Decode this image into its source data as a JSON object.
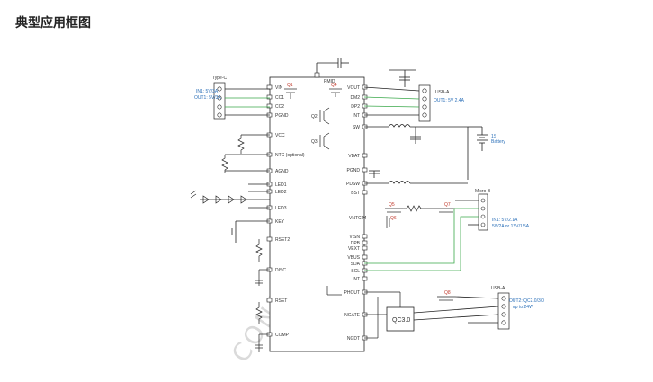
{
  "title": "典型应用框图",
  "watermark": "CONFIDENTIAL",
  "ic": {
    "top_pin": "PMID",
    "left_pins": [
      "VIN",
      "CC1",
      "CC2",
      "PGND",
      "VCC",
      "NTC (optional)",
      "AGND",
      "LED1",
      "LED2",
      "LED3",
      "KEY",
      "RSET2",
      "DISC",
      "RSET",
      "COMP"
    ],
    "right_pins": [
      "VOUT",
      "DM2",
      "DP2",
      "INT",
      "SW",
      "VBAT",
      "PGND",
      "PDSW",
      "BST",
      "VNTCIM",
      "VISN",
      "DPB",
      "VEXT",
      "VBUS",
      "SDA",
      "SCL",
      "INT",
      "PHOUT",
      "NGATE",
      "NGDT"
    ]
  },
  "transistors": [
    "Q1",
    "Q2",
    "Q3",
    "Q4",
    "Q5",
    "Q6",
    "Q7",
    "Q8"
  ],
  "chips": [
    "QC3.0"
  ],
  "ports": {
    "typec": {
      "label": "Type-C",
      "desc": [
        "IN1: 5V/3A",
        "OUT1: 5V/3A"
      ]
    },
    "usba_top": {
      "label": "USB-A",
      "desc": "OUT1: 5V 2.4A"
    },
    "battery": {
      "desc": [
        "1S",
        "Battery"
      ]
    },
    "micro": {
      "label": "Micro-B",
      "desc": [
        "IN1: 5V/2.1A",
        "5V/2A or 12V/1.5A"
      ]
    },
    "usba_bot": {
      "label": "USB-A",
      "desc": [
        "OUT2: QC2.0/3.0",
        "up to 24W"
      ]
    }
  },
  "colors": {
    "green_wire": "#3aa84a",
    "blue_text": "#2a6fb8",
    "red_text": "#c0392b"
  }
}
